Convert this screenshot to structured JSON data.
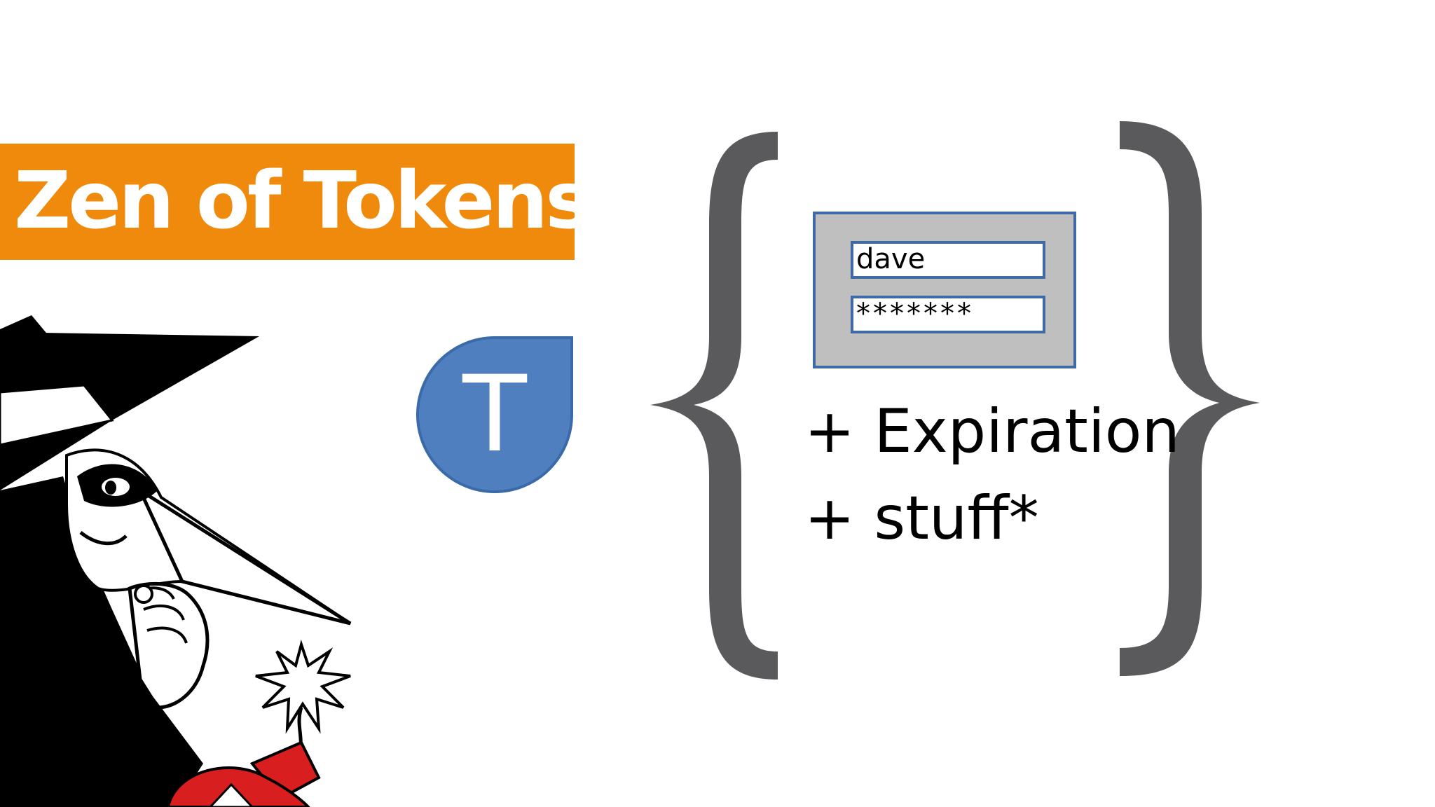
{
  "slide": {
    "title": "Zen of Tokens",
    "token_badge": {
      "letter": "T",
      "icon": "token-drop-icon",
      "color": "#4f7fbf"
    },
    "login_form": {
      "username": "dave",
      "password": "*******"
    },
    "features": [
      "+ Expiration",
      "+ stuff*"
    ],
    "colors": {
      "banner": "#f08a0c",
      "braces": "#5a5a5c",
      "form_fill": "#bfbfbf",
      "form_border": "#3f6aa5",
      "bomb": "#d81e1e"
    }
  }
}
